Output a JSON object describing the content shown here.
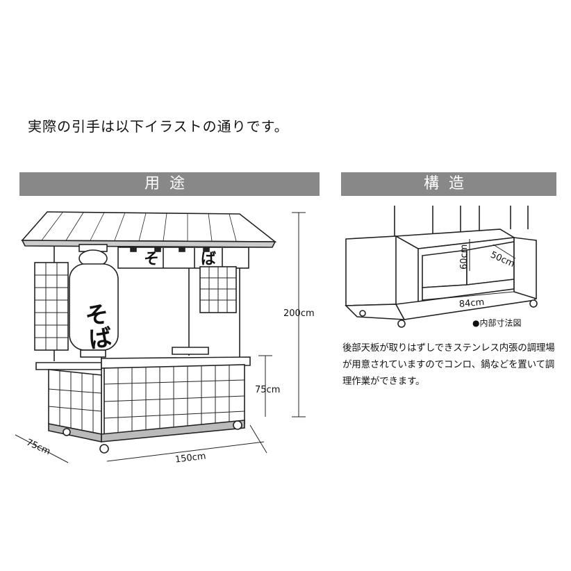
{
  "intro_text": "実際の引手は以下イラストの通りです。",
  "left_panel": {
    "header": "用途",
    "dims": {
      "height": "200cm",
      "counter_height": "75cm",
      "depth": "75cm",
      "width": "150cm"
    },
    "noren_chars": [
      "そ",
      "ば"
    ],
    "lantern_text": "そば"
  },
  "right_panel": {
    "header": "構造",
    "dims": {
      "height": "60cm",
      "depth": "50cm",
      "width": "84cm"
    },
    "note": "●内部寸法図",
    "description": "後部天板が取りはずしできステンレス内張の調理場が用意されていますのでコンロ、鍋などを置いて調理作業ができます。"
  },
  "colors": {
    "header_band": "#888888",
    "line": "#222222"
  }
}
